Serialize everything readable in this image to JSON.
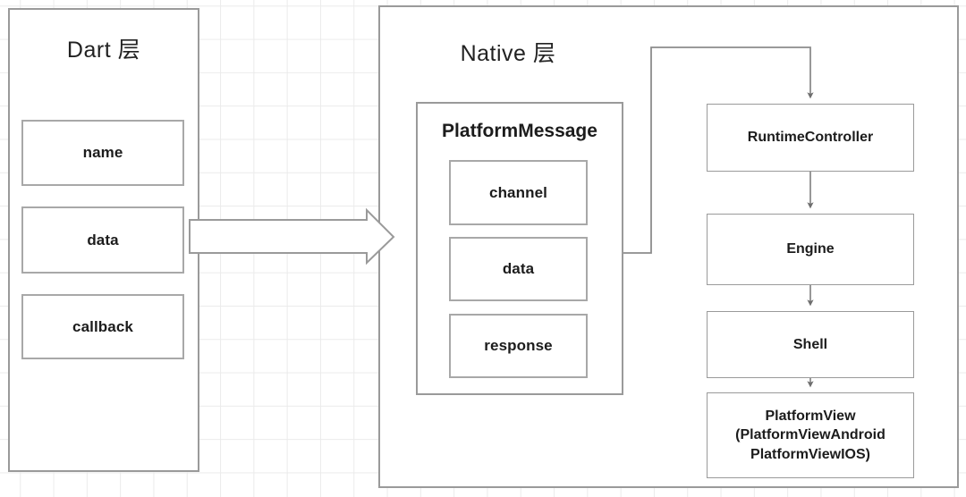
{
  "diagram": {
    "title": "Flutter Platform Channel message flow (Dart layer to Native layer)",
    "colors": {
      "background": "#ffffff",
      "grid_line": "#ebebeb",
      "panel_border": "#9a9a9a",
      "box_border": "#a8a8a8",
      "connector": "#8c8c8c",
      "text": "#1c1c1c"
    }
  },
  "dart_panel": {
    "title": "Dart 层",
    "fields": [
      {
        "label": "name"
      },
      {
        "label": "data"
      },
      {
        "label": "callback"
      }
    ]
  },
  "transfer_arrow": {
    "name": "block-arrow-dart-to-native",
    "direction": "right"
  },
  "native_panel": {
    "title": "Native 层",
    "platform_message": {
      "title": "PlatformMessage",
      "fields": [
        {
          "label": "channel"
        },
        {
          "label": "data"
        },
        {
          "label": "response"
        }
      ]
    },
    "pipeline": [
      {
        "label": "RuntimeController",
        "lines": [
          "RuntimeController"
        ]
      },
      {
        "label": "Engine",
        "lines": [
          "Engine"
        ]
      },
      {
        "label": "Shell",
        "lines": [
          "Shell"
        ]
      },
      {
        "label": "PlatformView",
        "lines": [
          "PlatformView",
          "(PlatformViewAndroid",
          "PlatformViewIOS)"
        ]
      }
    ]
  }
}
